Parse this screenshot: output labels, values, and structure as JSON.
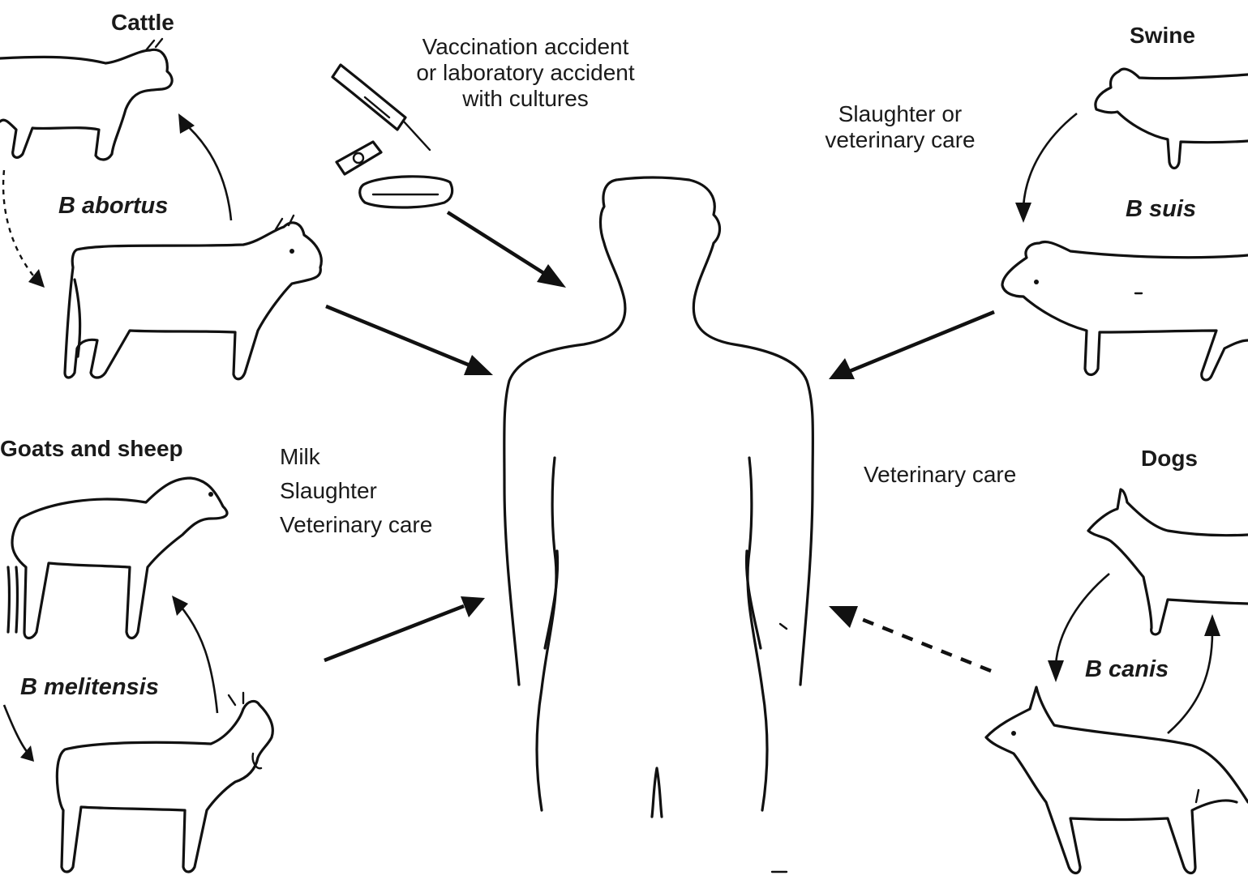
{
  "figure": {
    "human": {
      "name": "human-silhouette"
    },
    "groups": {
      "cattle": {
        "animal": "Cattle",
        "species": "B abortus"
      },
      "swine": {
        "animal": "Swine",
        "species": "B suis",
        "route": [
          "Slaughter or",
          "veterinary care"
        ]
      },
      "goats": {
        "animal": "Goats and sheep",
        "species": "B melitensis",
        "route": [
          "Milk",
          "Slaughter",
          "Veterinary care"
        ]
      },
      "dogs": {
        "animal": "Dogs",
        "species": "B canis",
        "route": "Veterinary care"
      },
      "lab": {
        "route": [
          "Vaccination accident",
          "or laboratory accident",
          "with cultures"
        ]
      }
    },
    "colors": {
      "ink": "#111111",
      "background": "#ffffff"
    }
  }
}
